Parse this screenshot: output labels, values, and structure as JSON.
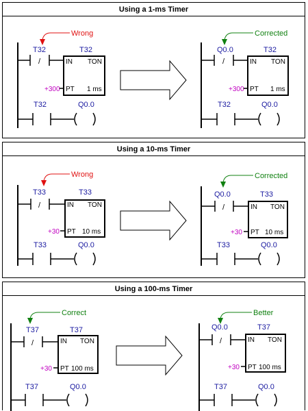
{
  "panels": [
    {
      "title": "Using a 1-ms Timer",
      "left": {
        "note": "Wrong",
        "note_color": "#e01010",
        "contact": "T32",
        "contact_symbol": "/",
        "timer_name": "T32",
        "timer_in": "IN",
        "timer_type": "TON",
        "preset": "+300",
        "pt": "PT",
        "resolution": "1 ms",
        "rung2_contact": "T32",
        "rung2_coil": "Q0.0"
      },
      "right": {
        "note": "Corrected",
        "note_color": "#108010",
        "contact": "Q0.0",
        "contact_symbol": "/",
        "timer_name": "T32",
        "timer_in": "IN",
        "timer_type": "TON",
        "preset": "+300",
        "pt": "PT",
        "resolution": "1 ms",
        "rung2_contact": "T32",
        "rung2_coil": "Q0.0"
      }
    },
    {
      "title": "Using a 10-ms Timer",
      "left": {
        "note": "Wrong",
        "note_color": "#e01010",
        "contact": "T33",
        "contact_symbol": "/",
        "timer_name": "T33",
        "timer_in": "IN",
        "timer_type": "TON",
        "preset": "+30",
        "pt": "PT",
        "resolution": "10 ms",
        "rung2_contact": "T33",
        "rung2_coil": "Q0.0"
      },
      "right": {
        "note": "Corrected",
        "note_color": "#108010",
        "contact": "Q0.0",
        "contact_symbol": "/",
        "timer_name": "T33",
        "timer_in": "IN",
        "timer_type": "TON",
        "preset": "+30",
        "pt": "PT",
        "resolution": "10 ms",
        "rung2_contact": "T33",
        "rung2_coil": "Q0.0"
      }
    },
    {
      "title": "Using a 100-ms Timer",
      "left": {
        "note": "Correct",
        "note_color": "#108010",
        "contact": "T37",
        "contact_symbol": "/",
        "timer_name": "T37",
        "timer_in": "IN",
        "timer_type": "TON",
        "preset": "+30",
        "pt": "PT",
        "resolution": "100 ms",
        "rung2_contact": "T37",
        "rung2_coil": "Q0.0"
      },
      "right": {
        "note": "Better",
        "note_color": "#108010",
        "contact": "Q0.0",
        "contact_symbol": "/",
        "timer_name": "T37",
        "timer_in": "IN",
        "timer_type": "TON",
        "preset": "+30",
        "pt": "PT",
        "resolution": "100 ms",
        "rung2_contact": "T37",
        "rung2_coil": "Q0.0"
      }
    }
  ],
  "colors": {
    "label_blue": "#1a1aa0",
    "preset_magenta": "#c000c0",
    "line": "#000000"
  }
}
